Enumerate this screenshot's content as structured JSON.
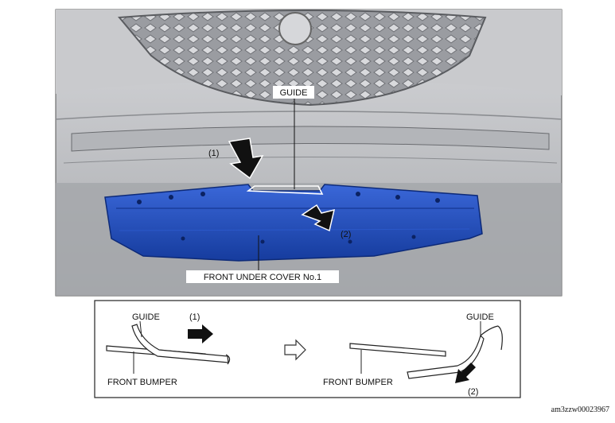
{
  "illustration": {
    "callouts": {
      "guide": "GUIDE",
      "step1": "(1)",
      "step2": "(2)",
      "cover": "FRONT UNDER COVER No.1"
    }
  },
  "detail": {
    "left": {
      "guide": "GUIDE",
      "step1": "(1)",
      "bumper": "FRONT BUMPER"
    },
    "right": {
      "guide": "GUIDE",
      "step2": "(2)",
      "bumper": "FRONT BUMPER"
    }
  },
  "figure_id": "am3zzw00023967",
  "colors": {
    "cover_blue": "#1f4fc4",
    "body_gray": "#bfc1c5",
    "outline": "#222222"
  }
}
